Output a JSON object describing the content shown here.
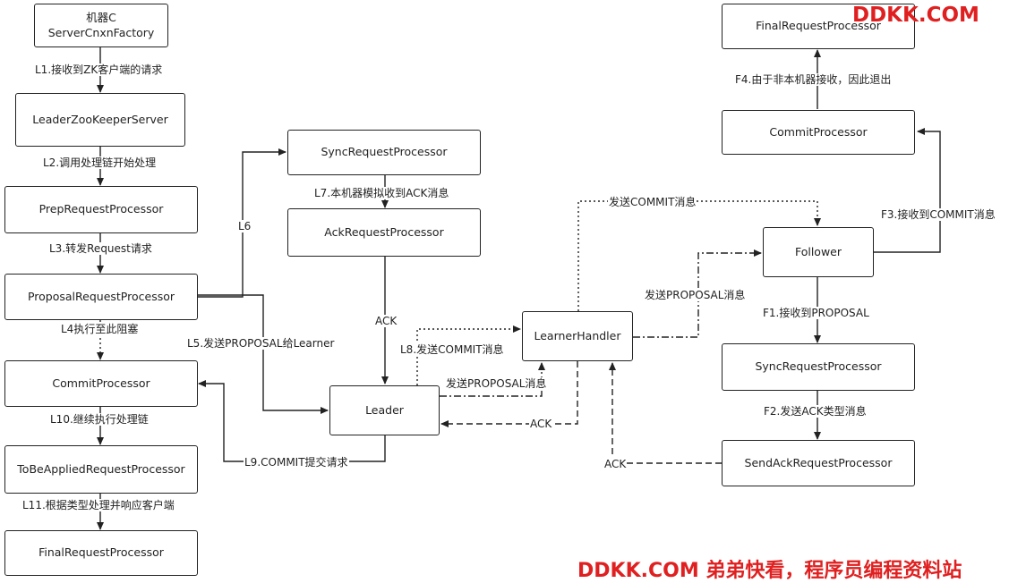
{
  "nodes": {
    "machine_c": "机器C\nServerCnxnFactory",
    "leader_zk_server": "LeaderZooKeeperServer",
    "prep_request_processor": "PrepRequestProcessor",
    "proposal_request_processor": "ProposalRequestProcessor",
    "commit_processor_left": "CommitProcessor",
    "to_be_applied_request_processor": "ToBeAppliedRequestProcessor",
    "final_request_processor_left": "FinalRequestProcessor",
    "sync_request_processor_mid": "SyncRequestProcessor",
    "ack_request_processor": "AckRequestProcessor",
    "leader": "Leader",
    "learner_handler": "LearnerHandler",
    "follower": "Follower",
    "sync_request_processor_right": "SyncRequestProcessor",
    "send_ack_request_processor": "SendAckRequestProcessor",
    "commit_processor_right": "CommitProcessor",
    "final_request_processor_right": "FinalRequestProcessor"
  },
  "edge_labels": {
    "l1": "L1.接收到ZK客户端的请求",
    "l2": "L2.调用处理链开始处理",
    "l3": "L3.转发Request请求",
    "l4": "L4执行至此阻塞",
    "l5": "L5.发送PROPOSAL给Learner",
    "l6": "L6",
    "l7": "L7.本机器模拟收到ACK消息",
    "ack_mid": "ACK",
    "l8": "L8.发送COMMIT消息",
    "l9": "L9.COMMIT提交请求",
    "l10": "L10.继续执行处理链",
    "l11": "L11.根据类型处理并响应客户端",
    "send_proposal_leader": "发送PROPOSAL消息",
    "ack_to_leader": "ACK",
    "send_commit_follower": "发送COMMIT消息",
    "send_proposal_follower": "发送PROPOSAL消息",
    "ack_to_learner": "ACK",
    "f1": "F1.接收到PROPOSAL",
    "f2": "F2.发送ACK类型消息",
    "f3": "F3.接收到COMMIT消息",
    "f4": "F4.由于非本机器接收，因此退出"
  },
  "watermarks": {
    "top": "DDKK.COM",
    "bottom": "DDKK.COM 弟弟快看，程序员编程资料站"
  },
  "colors": {
    "line": "#222222",
    "watermark": "#e02020"
  }
}
